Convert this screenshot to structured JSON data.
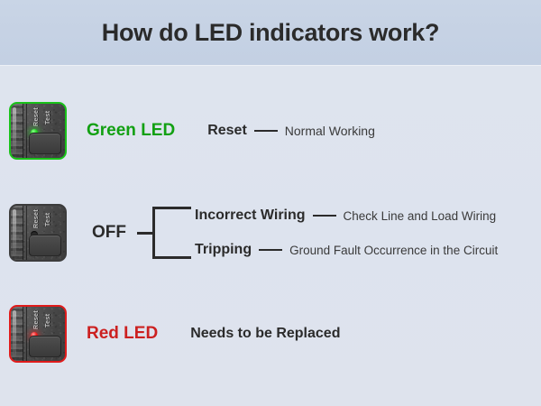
{
  "header": {
    "title": "How do LED indicators work?"
  },
  "colors": {
    "background": "#dde3ee",
    "header_band": "#c6d2e4",
    "green": "#12a012",
    "red": "#cc2020",
    "text_dark": "#2b2b2b",
    "led_green": "#27d427",
    "led_red": "#f01f1f",
    "device_body": "#454545"
  },
  "device_legends": {
    "reset": "Reset",
    "test": "Test"
  },
  "rows": [
    {
      "id": "green",
      "device_icon": "gfci-outlet-green-led-icon",
      "led_state": "green",
      "state_label": "Green LED",
      "details": [
        {
          "term": "Reset",
          "desc": "Normal Working"
        }
      ]
    },
    {
      "id": "off",
      "device_icon": "gfci-outlet-off-led-icon",
      "led_state": "off",
      "state_label": "OFF",
      "details": [
        {
          "term": "Incorrect Wiring",
          "desc": "Check Line and Load Wiring"
        },
        {
          "term": "Tripping",
          "desc": "Ground Fault Occurrence in the Circuit"
        }
      ]
    },
    {
      "id": "red",
      "device_icon": "gfci-outlet-red-led-icon",
      "led_state": "red",
      "state_label": "Red LED",
      "details": [
        {
          "term": "Needs to be Replaced",
          "desc": ""
        }
      ]
    }
  ]
}
